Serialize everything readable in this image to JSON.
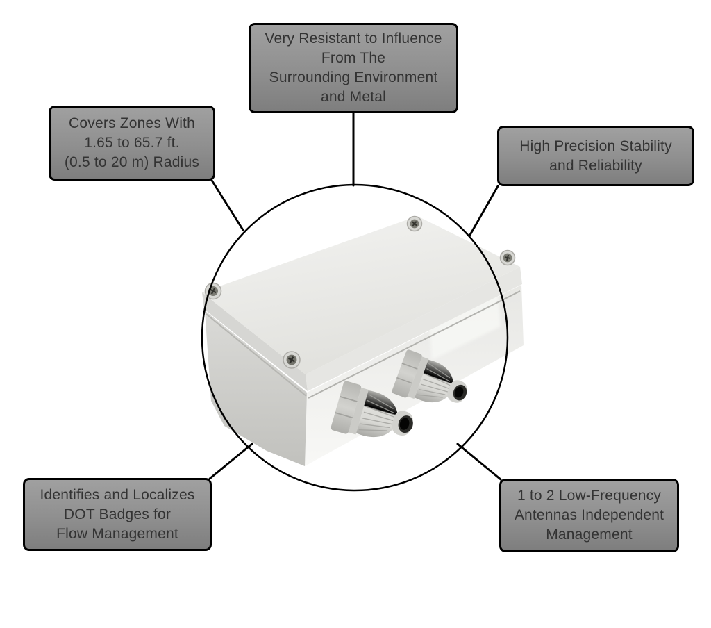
{
  "diagram": {
    "type": "product-feature-callout-diagram",
    "subject": "gray plastic enclosure with two cable glands shown inside a circle"
  },
  "callouts": {
    "top": {
      "lines": [
        "Very Resistant to Influence",
        "From The",
        "Surrounding Environment",
        "and Metal"
      ]
    },
    "upper_left": {
      "lines": [
        "Covers Zones With",
        "1.65 to 65.7 ft.",
        "(0.5 to 20 m) Radius"
      ]
    },
    "upper_right": {
      "lines": [
        "High Precision Stability",
        "and Reliability"
      ]
    },
    "lower_left": {
      "lines": [
        "Identifies and Localizes",
        "DOT Badges for",
        "Flow Management"
      ]
    },
    "lower_right": {
      "lines": [
        "1 to 2 Low-Frequency",
        "Antennas Independent",
        "Management"
      ]
    }
  },
  "colors": {
    "background": "#ffffff",
    "callout_fill_top": "#a0a0a0",
    "callout_fill_bottom": "#7e7e7e",
    "callout_border": "#000000",
    "callout_text": "#333333",
    "connector_line": "#000000",
    "circle_outline": "#000000",
    "enclosure_lid": "#ececea",
    "enclosure_left_face": "#cfcfcb",
    "enclosure_right_face": "#efefec",
    "cable_gland": "#d2d2ce"
  }
}
